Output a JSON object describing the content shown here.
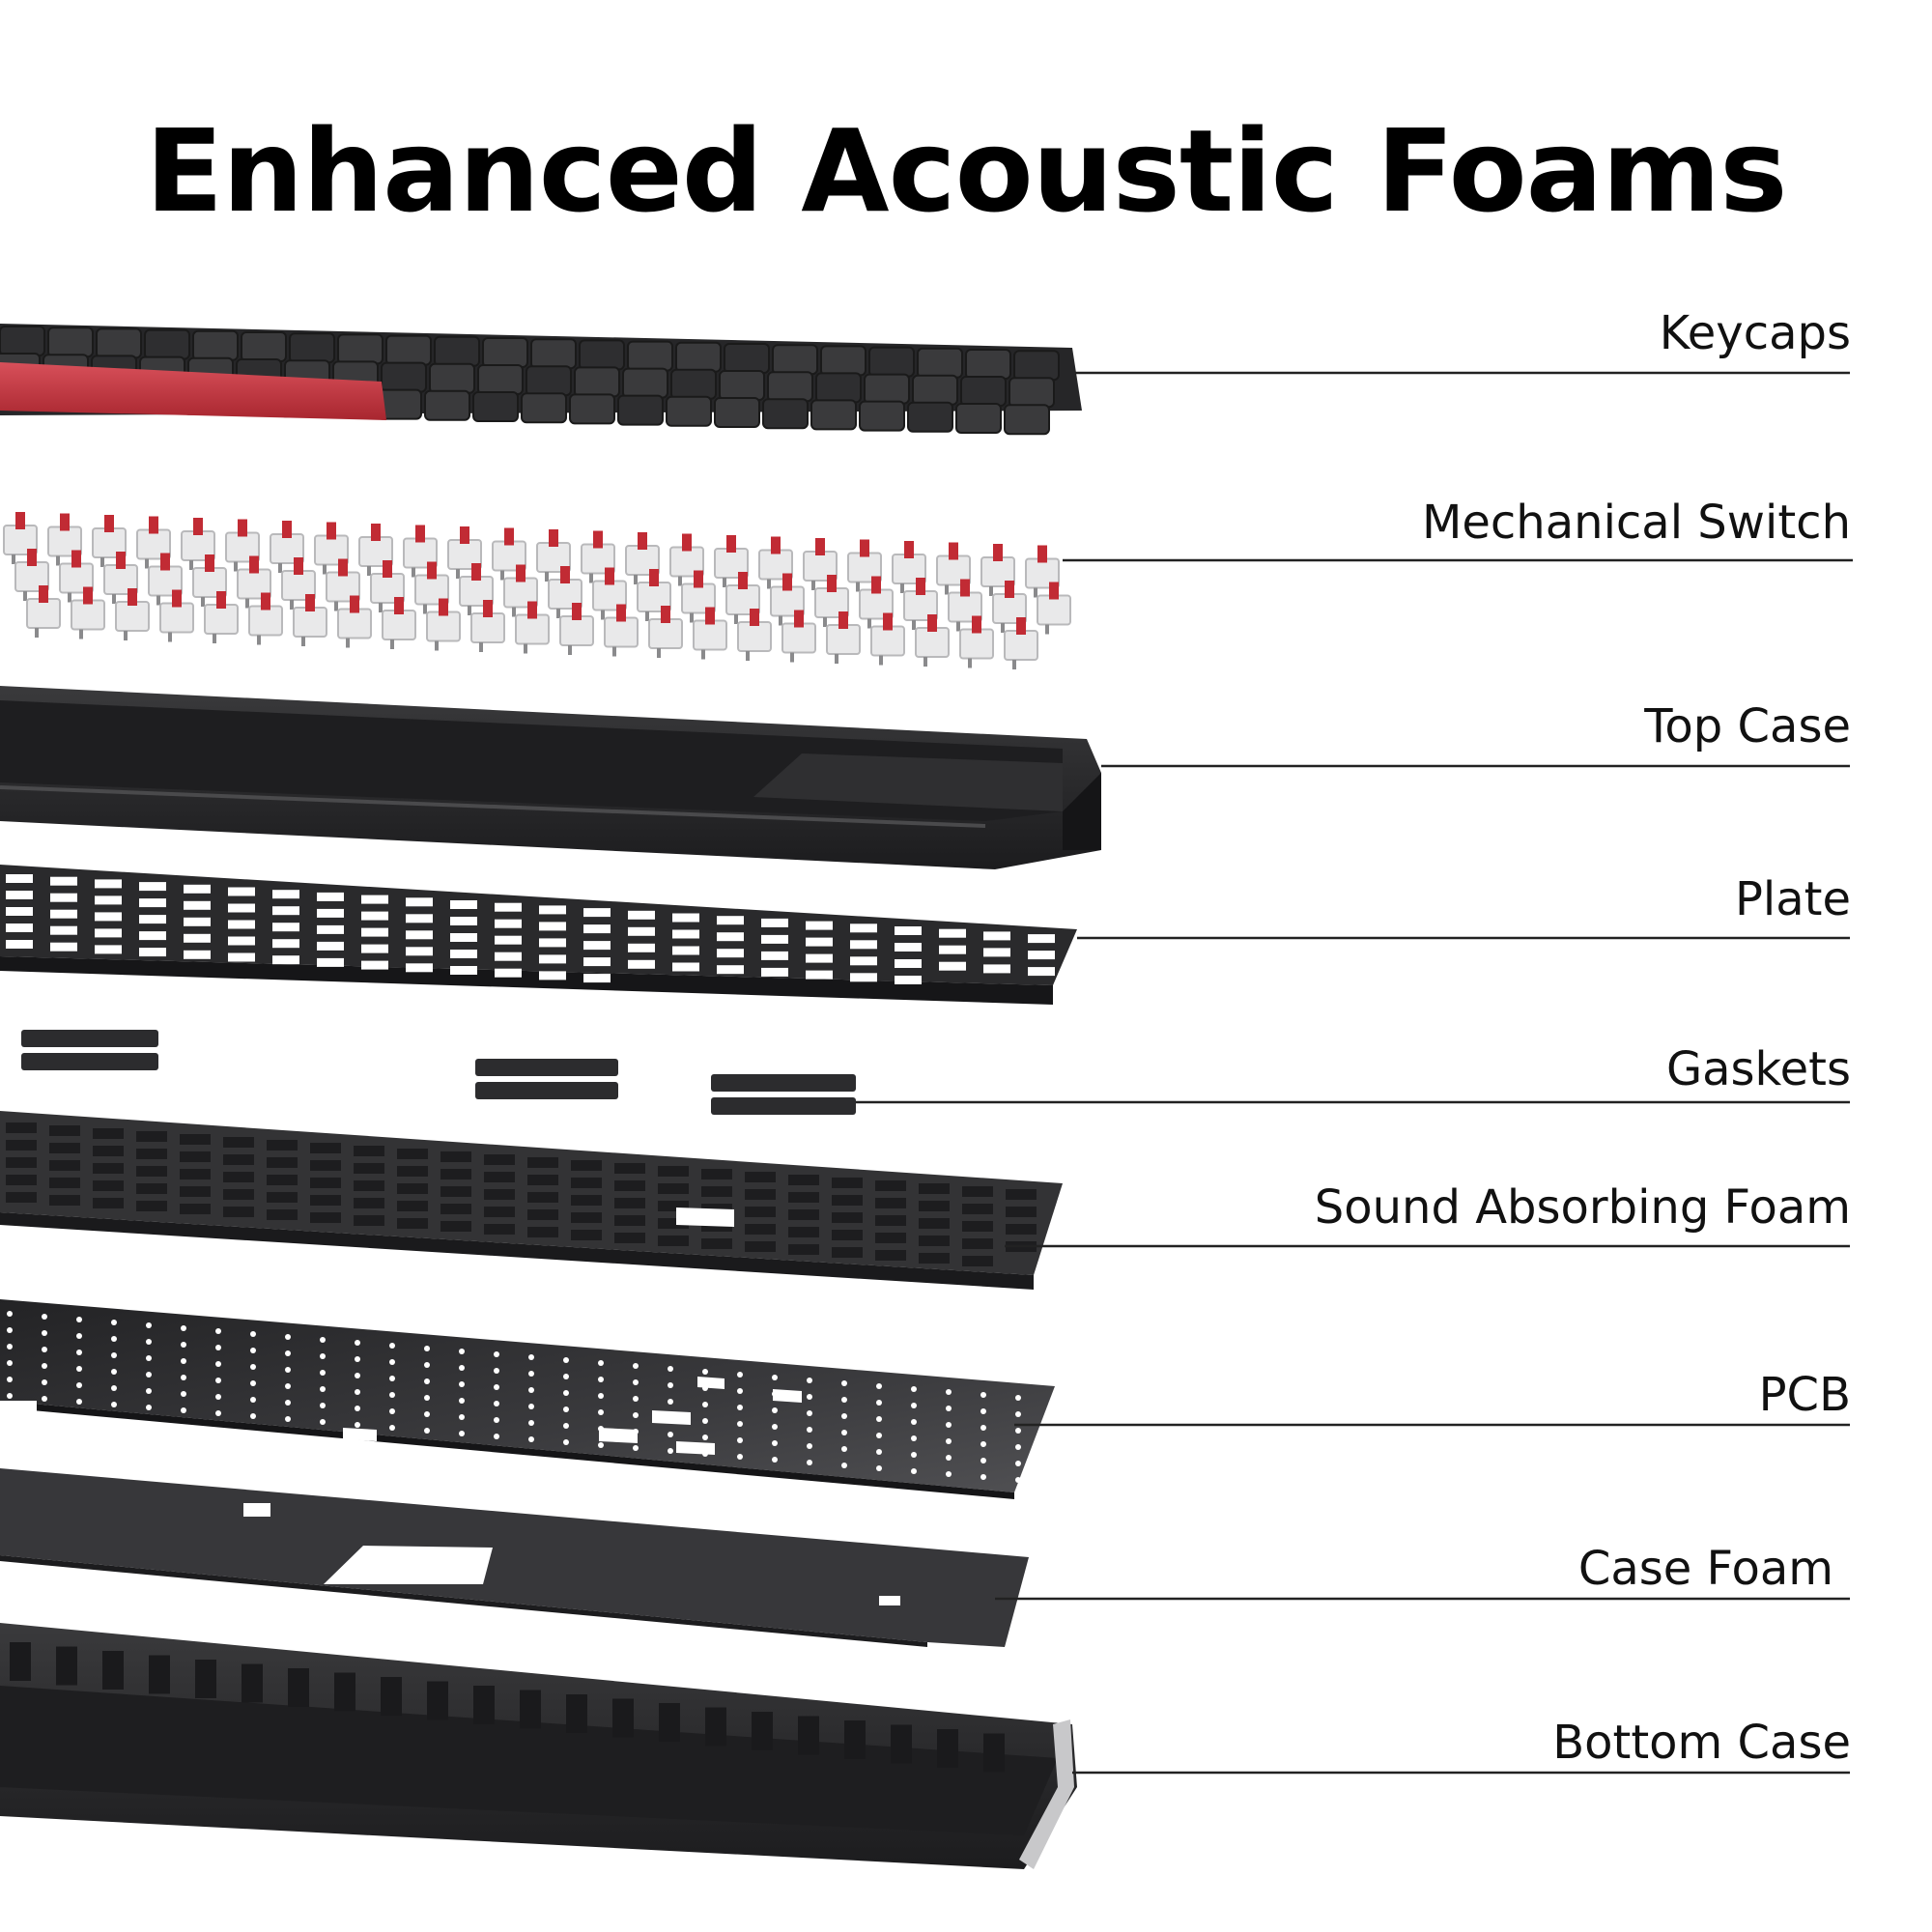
{
  "title": "Enhanced Acoustic Foams",
  "colors": {
    "background": "#ffffff",
    "layer_dark": "#2b2b2d",
    "accent_red": "#c23a44",
    "leader_line": "#222222"
  },
  "layers": [
    {
      "key": "keycaps",
      "label": "Keycaps"
    },
    {
      "key": "switch",
      "label": "Mechanical Switch"
    },
    {
      "key": "topcase",
      "label": "Top Case"
    },
    {
      "key": "plate",
      "label": "Plate"
    },
    {
      "key": "gaskets",
      "label": "Gaskets"
    },
    {
      "key": "sound_foam",
      "label": "Sound Absorbing Foam"
    },
    {
      "key": "pcb",
      "label": "PCB"
    },
    {
      "key": "case_foam",
      "label": "Case Foam"
    },
    {
      "key": "bottomcase",
      "label": "Bottom Case"
    }
  ]
}
